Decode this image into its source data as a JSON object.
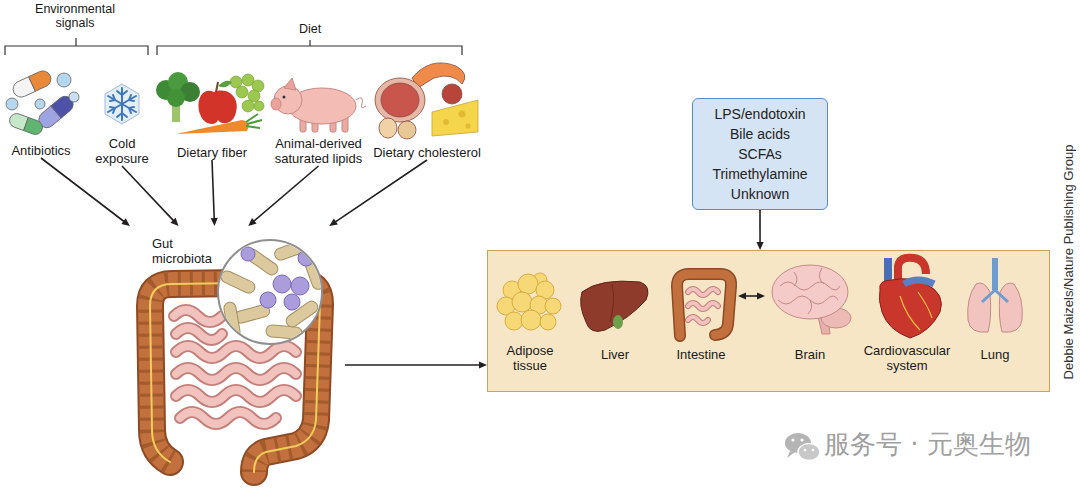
{
  "diagram": {
    "nodes": [
      {
        "text": [
          "Antibiotics"
        ]
      },
      {
        "text": [
          "Cold exposure"
        ]
      },
      {
        "text": [
          "Dietary fiber"
        ]
      },
      {
        "text": [
          "Animal-derived saturated lipids"
        ]
      },
      {
        "text": [
          "Dietary cholesterol"
        ]
      },
      {
        "text": [
          "Gut microbiota"
        ]
      },
      {
        "text": [
          "LPS/endotoxin",
          "Bile acids",
          "SCFAs",
          "Trimethylamine",
          "Unknown"
        ]
      },
      {
        "text": []
      },
      {
        "text": [
          "Adipose tissue"
        ],
        "in": 7
      },
      {
        "text": [
          "Liver"
        ],
        "in": 7
      },
      {
        "text": [
          "Intestine"
        ],
        "in": 7
      },
      {
        "text": [
          "Brain"
        ],
        "in": 7
      },
      {
        "text": [
          "Cardiovascular system"
        ],
        "in": 7
      },
      {
        "text": [
          "Lung"
        ],
        "in": 7
      }
    ],
    "edges": [
      {
        "from": 0,
        "to": 5,
        "arrow": "to"
      },
      {
        "from": 1,
        "to": 5,
        "arrow": "to"
      },
      {
        "from": 2,
        "to": 5,
        "arrow": "to"
      },
      {
        "from": 3,
        "to": 5,
        "arrow": "to"
      },
      {
        "from": 4,
        "to": 5,
        "arrow": "to"
      },
      {
        "from": 5,
        "to": 7,
        "arrow": "to"
      },
      {
        "from": 6,
        "to": 7,
        "arrow": "to"
      },
      {
        "from": 10,
        "to": 11,
        "arrow": "both"
      }
    ],
    "labels": [
      "Environmental signals",
      "Diet",
      "Debbie Maizels/Nature Publishing Group",
      "服务号 · 元奥生物"
    ]
  }
}
